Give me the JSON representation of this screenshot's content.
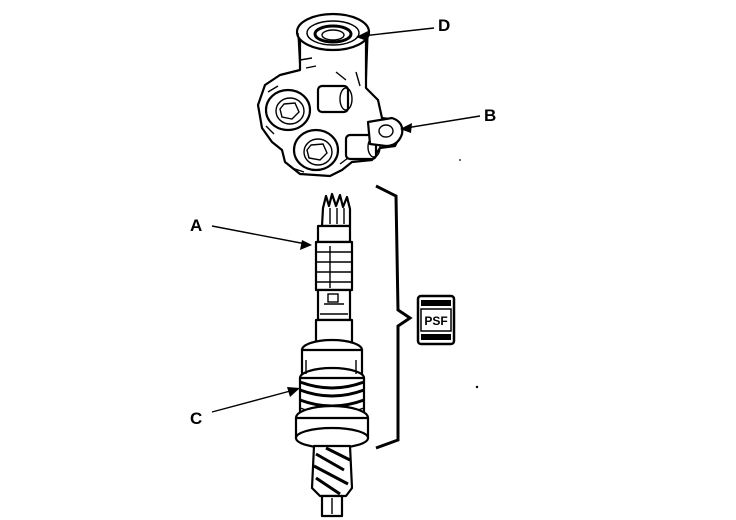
{
  "callouts": {
    "a": "A",
    "b": "B",
    "c": "C",
    "d": "D"
  },
  "psf_label": "PSF",
  "colors": {
    "ink": "#000000",
    "paper": "#ffffff"
  }
}
